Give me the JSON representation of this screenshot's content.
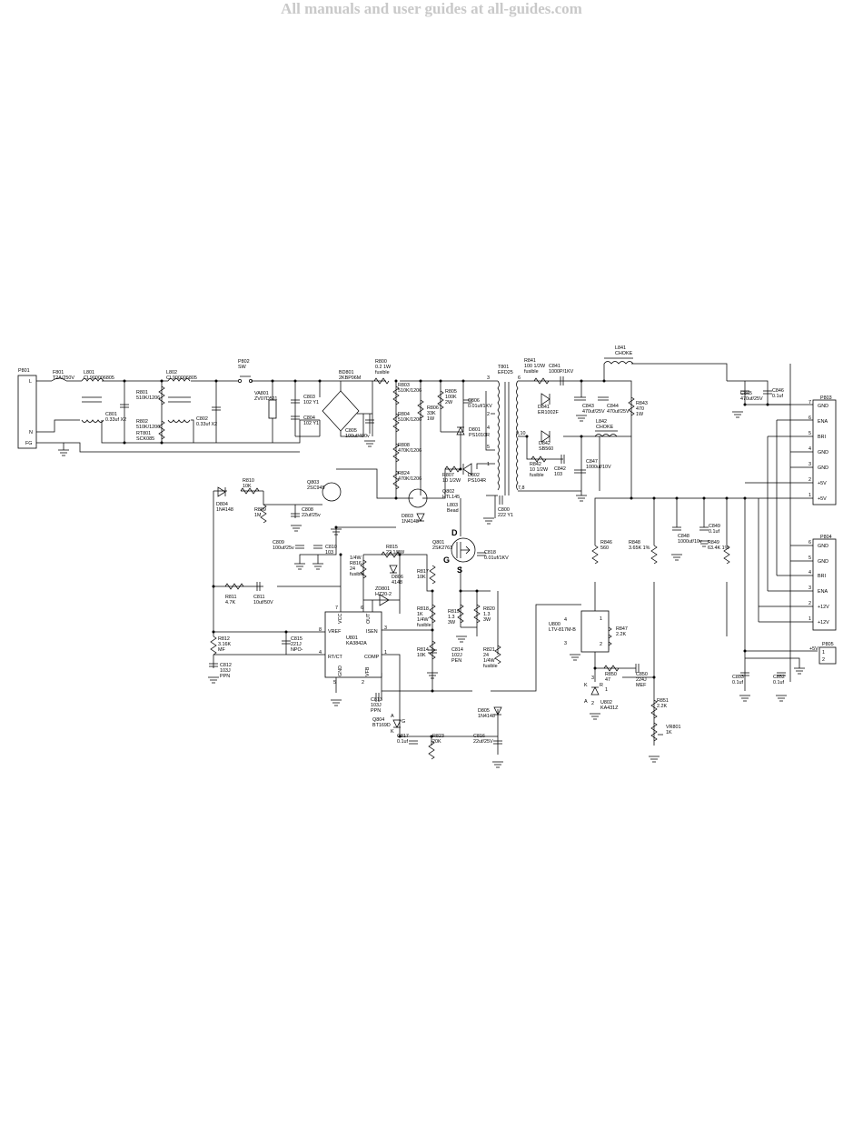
{
  "watermark": "All manuals and user guides at all-guides.com",
  "components": [
    {
      "id": "p801",
      "lines": [
        "P801"
      ]
    },
    {
      "id": "f801",
      "lines": [
        "F801",
        "T2A/250V"
      ]
    },
    {
      "id": "l801",
      "lines": [
        "L801",
        "CL900006805"
      ]
    },
    {
      "id": "c801",
      "lines": [
        "C801",
        "0.33uf X2"
      ]
    },
    {
      "id": "r801",
      "lines": [
        "R801",
        "510K/1206"
      ]
    },
    {
      "id": "r802",
      "lines": [
        "R802",
        "510K/1206"
      ]
    },
    {
      "id": "rt801",
      "lines": [
        "RT801",
        "SCK085"
      ]
    },
    {
      "id": "l802",
      "lines": [
        "L802",
        "CL900006805"
      ]
    },
    {
      "id": "c802",
      "lines": [
        "C802",
        "0.33uf X2"
      ]
    },
    {
      "id": "p802",
      "lines": [
        "P802",
        "SW"
      ]
    },
    {
      "id": "va801",
      "lines": [
        "VA801",
        "ZV07D511"
      ]
    },
    {
      "id": "c803",
      "lines": [
        "C803",
        "102 Y1"
      ]
    },
    {
      "id": "c804",
      "lines": [
        "C804",
        "102 Y1"
      ]
    },
    {
      "id": "bd801",
      "lines": [
        "BD801",
        "2KBP06M"
      ]
    },
    {
      "id": "c805",
      "lines": [
        "C805",
        "100uf/400v"
      ]
    },
    {
      "id": "r800",
      "lines": [
        "R800",
        "0.2  1W",
        "fusible"
      ]
    },
    {
      "id": "r803",
      "lines": [
        "R803",
        "510K/1206"
      ]
    },
    {
      "id": "r804",
      "lines": [
        "R804",
        "510K/1206"
      ]
    },
    {
      "id": "r808",
      "lines": [
        "R808",
        "470K/1206"
      ]
    },
    {
      "id": "r824",
      "lines": [
        "R824",
        "470K/1206"
      ]
    },
    {
      "id": "r806",
      "lines": [
        "R806",
        "33K",
        "1W"
      ]
    },
    {
      "id": "r805",
      "lines": [
        "R805",
        "100K",
        "2W"
      ]
    },
    {
      "id": "c806",
      "lines": [
        "C806",
        "0.01uf/1KV"
      ]
    },
    {
      "id": "d801",
      "lines": [
        "D801",
        "PS1010R"
      ]
    },
    {
      "id": "r807",
      "lines": [
        "R807",
        "10  1/2W"
      ]
    },
    {
      "id": "d802",
      "lines": [
        "D802",
        "PS104R"
      ]
    },
    {
      "id": "q802",
      "lines": [
        "Q802",
        "HTL145"
      ]
    },
    {
      "id": "d803",
      "lines": [
        "D803",
        "1N4148"
      ]
    },
    {
      "id": "l803",
      "lines": [
        "L803",
        "Bead"
      ]
    },
    {
      "id": "t801",
      "lines": [
        "T801",
        "EFD25"
      ]
    },
    {
      "id": "c800",
      "lines": [
        "C800",
        "222 Y1"
      ]
    },
    {
      "id": "r841",
      "lines": [
        "R841",
        "100  1/2W",
        "fusible"
      ]
    },
    {
      "id": "c841",
      "lines": [
        "C841",
        "1000P/1KV"
      ]
    },
    {
      "id": "d841",
      "lines": [
        "D841",
        "ER1002F"
      ]
    },
    {
      "id": "c843",
      "lines": [
        "C843",
        "470uf/25V"
      ]
    },
    {
      "id": "c844",
      "lines": [
        "C844",
        "470uf/25V"
      ]
    },
    {
      "id": "r843",
      "lines": [
        "R843",
        "470",
        "1W"
      ]
    },
    {
      "id": "l841",
      "lines": [
        "L841",
        "CHOKE"
      ]
    },
    {
      "id": "l842",
      "lines": [
        "L842",
        "CHOKE"
      ]
    },
    {
      "id": "d842",
      "lines": [
        "D842",
        "SB560"
      ]
    },
    {
      "id": "r842",
      "lines": [
        "R842",
        "10  1/2W",
        "fusible"
      ]
    },
    {
      "id": "c842",
      "lines": [
        "C842",
        "103"
      ]
    },
    {
      "id": "c847",
      "lines": [
        "C847",
        "1000uf/10V"
      ]
    },
    {
      "id": "c845",
      "lines": [
        "C845",
        "470uf/25V"
      ]
    },
    {
      "id": "c846",
      "lines": [
        "C846",
        "0.1uf"
      ]
    },
    {
      "id": "q803",
      "lines": [
        "Q803",
        "2SC945"
      ]
    },
    {
      "id": "r810",
      "lines": [
        "R810",
        "10K"
      ]
    },
    {
      "id": "d804",
      "lines": [
        "D804",
        "1N4148"
      ]
    },
    {
      "id": "r809",
      "lines": [
        "R809",
        "1M"
      ]
    },
    {
      "id": "c808",
      "lines": [
        "C808",
        "22uf/25v"
      ]
    },
    {
      "id": "c809",
      "lines": [
        "C809",
        "100uf/25v"
      ]
    },
    {
      "id": "c810",
      "lines": [
        "C810",
        "103"
      ]
    },
    {
      "id": "r815",
      "lines": [
        "R815",
        "22  1/8W"
      ]
    },
    {
      "id": "r816",
      "lines": [
        "1/4W",
        "R816",
        "24",
        "fusible"
      ]
    },
    {
      "id": "d806",
      "lines": [
        "D806",
        "4148"
      ]
    },
    {
      "id": "q801",
      "lines": [
        "Q801",
        "2SK2761"
      ]
    },
    {
      "id": "c818",
      "lines": [
        "C818",
        "0.01uf/1KV"
      ]
    },
    {
      "id": "r817",
      "lines": [
        "R817",
        "10K"
      ]
    },
    {
      "id": "zd801",
      "lines": [
        "ZD801",
        "HZ20-2"
      ]
    },
    {
      "id": "r811",
      "lines": [
        "R811",
        "4.7K"
      ]
    },
    {
      "id": "c811",
      "lines": [
        "C811",
        "10uf/50V"
      ]
    },
    {
      "id": "r812",
      "lines": [
        "R812",
        "3.16K",
        "MF"
      ]
    },
    {
      "id": "c812",
      "lines": [
        "C812",
        "103J",
        "PPN"
      ]
    },
    {
      "id": "c815",
      "lines": [
        "C815",
        "221J",
        "NPO-"
      ]
    },
    {
      "id": "u801",
      "lines": [
        "U801",
        "KA3842A"
      ]
    },
    {
      "id": "r818",
      "lines": [
        "R818",
        "1K",
        "1/4W",
        "fusible"
      ]
    },
    {
      "id": "r819",
      "lines": [
        "R819",
        "1.3",
        "3W"
      ]
    },
    {
      "id": "r820",
      "lines": [
        "R820",
        "1.3",
        "3W"
      ]
    },
    {
      "id": "r814",
      "lines": [
        "R814",
        "10K"
      ]
    },
    {
      "id": "c814",
      "lines": [
        "C814",
        "102J",
        "PEN"
      ]
    },
    {
      "id": "r821",
      "lines": [
        "R821",
        "24",
        "1/4W",
        "fusible"
      ]
    },
    {
      "id": "c813",
      "lines": [
        "C813",
        "103J",
        "PPN"
      ]
    },
    {
      "id": "q804",
      "lines": [
        "Q804",
        "BT169D"
      ]
    },
    {
      "id": "c817",
      "lines": [
        "C817",
        "0.1uf"
      ]
    },
    {
      "id": "r823",
      "lines": [
        "R823",
        "20K"
      ]
    },
    {
      "id": "d805",
      "lines": [
        "D805",
        "1N4148"
      ]
    },
    {
      "id": "c816",
      "lines": [
        "C816",
        "22uf/25V"
      ]
    },
    {
      "id": "u800",
      "lines": [
        "U800",
        "LTV-817M-B"
      ]
    },
    {
      "id": "r846",
      "lines": [
        "R846",
        "560"
      ]
    },
    {
      "id": "r848",
      "lines": [
        "R848",
        "3.65K 1%"
      ]
    },
    {
      "id": "r849",
      "lines": [
        "R849",
        "63.4K 1%"
      ]
    },
    {
      "id": "c848",
      "lines": [
        "C848",
        "1000uf/10v"
      ]
    },
    {
      "id": "c849",
      "lines": [
        "C849",
        "0.1uf"
      ]
    },
    {
      "id": "r847",
      "lines": [
        "R847",
        "2.2K"
      ]
    },
    {
      "id": "r850",
      "lines": [
        "R850",
        "47"
      ]
    },
    {
      "id": "c850",
      "lines": [
        "C850",
        "224J",
        "MEF"
      ]
    },
    {
      "id": "u802",
      "lines": [
        "U802",
        "KA431Z"
      ]
    },
    {
      "id": "r851",
      "lines": [
        "R851",
        "2.2K"
      ]
    },
    {
      "id": "vr801",
      "lines": [
        "VR801",
        "1K"
      ]
    },
    {
      "id": "c853",
      "lines": [
        "C853",
        "0.1uf"
      ]
    },
    {
      "id": "c852",
      "lines": [
        "C852",
        "0.1uf"
      ]
    },
    {
      "id": "p803",
      "lines": [
        "P803"
      ]
    },
    {
      "id": "p804",
      "lines": [
        "P804"
      ]
    },
    {
      "id": "p805",
      "lines": [
        "P805"
      ]
    }
  ],
  "small_labels": [
    {
      "id": "p801_l",
      "text": "L"
    },
    {
      "id": "p801_n",
      "text": "N"
    },
    {
      "id": "p801_fg",
      "text": "FG"
    },
    {
      "id": "t_3",
      "text": "3"
    },
    {
      "id": "t_2",
      "text": "2"
    },
    {
      "id": "t_4",
      "text": "4"
    },
    {
      "id": "t_5",
      "text": "5"
    },
    {
      "id": "t_1",
      "text": "1"
    },
    {
      "id": "t_6",
      "text": "6"
    },
    {
      "id": "t_910",
      "text": "9,10"
    },
    {
      "id": "t_78",
      "text": "7,8"
    },
    {
      "id": "u_vcc",
      "text": "VCC"
    },
    {
      "id": "u_out",
      "text": "OUT"
    },
    {
      "id": "u_vref",
      "text": "VREF"
    },
    {
      "id": "u_isen",
      "text": "ISEN"
    },
    {
      "id": "u_rtct",
      "text": "RT/CT"
    },
    {
      "id": "u_comp",
      "text": "COMP"
    },
    {
      "id": "u_gnd",
      "text": "GND"
    },
    {
      "id": "u_vfb",
      "text": "VFB"
    },
    {
      "id": "u_p7",
      "text": "7"
    },
    {
      "id": "u_p6",
      "text": "6"
    },
    {
      "id": "u_p8",
      "text": "8"
    },
    {
      "id": "u_p3",
      "text": "3"
    },
    {
      "id": "u_p4",
      "text": "4"
    },
    {
      "id": "u_p1",
      "text": "1"
    },
    {
      "id": "u_p5",
      "text": "5"
    },
    {
      "id": "u_p2",
      "text": "2"
    },
    {
      "id": "q_d",
      "text": "D"
    },
    {
      "id": "q_g",
      "text": "G"
    },
    {
      "id": "q_s",
      "text": "S"
    },
    {
      "id": "q804_a",
      "text": "A"
    },
    {
      "id": "q804_k",
      "text": "K"
    },
    {
      "id": "q804_g",
      "text": "G"
    },
    {
      "id": "u800_4",
      "text": "4"
    },
    {
      "id": "u800_3",
      "text": "3"
    },
    {
      "id": "u800_1",
      "text": "1"
    },
    {
      "id": "u800_2",
      "text": "2"
    },
    {
      "id": "u802_k",
      "text": "K"
    },
    {
      "id": "u802_r",
      "text": "R"
    },
    {
      "id": "u802_a",
      "text": "A"
    },
    {
      "id": "u802_3",
      "text": "3"
    },
    {
      "id": "u802_1",
      "text": "1"
    },
    {
      "id": "u802_2",
      "text": "2"
    },
    {
      "id": "p805_5v",
      "text": "+5V"
    }
  ],
  "connectors": {
    "p803": [
      {
        "pin": "7",
        "label": "GND"
      },
      {
        "pin": "6",
        "label": "ENA"
      },
      {
        "pin": "5",
        "label": "BRI"
      },
      {
        "pin": "4",
        "label": "GND"
      },
      {
        "pin": "3",
        "label": "GND"
      },
      {
        "pin": "2",
        "label": "+5V"
      },
      {
        "pin": "1",
        "label": "+5V"
      }
    ],
    "p804": [
      {
        "pin": "6",
        "label": "GND"
      },
      {
        "pin": "5",
        "label": "GND"
      },
      {
        "pin": "4",
        "label": "BRI"
      },
      {
        "pin": "3",
        "label": "ENA"
      },
      {
        "pin": "2",
        "label": "+12V"
      },
      {
        "pin": "1",
        "label": "+12V"
      }
    ],
    "p805": [
      {
        "pin": "1"
      },
      {
        "pin": "2"
      }
    ]
  }
}
